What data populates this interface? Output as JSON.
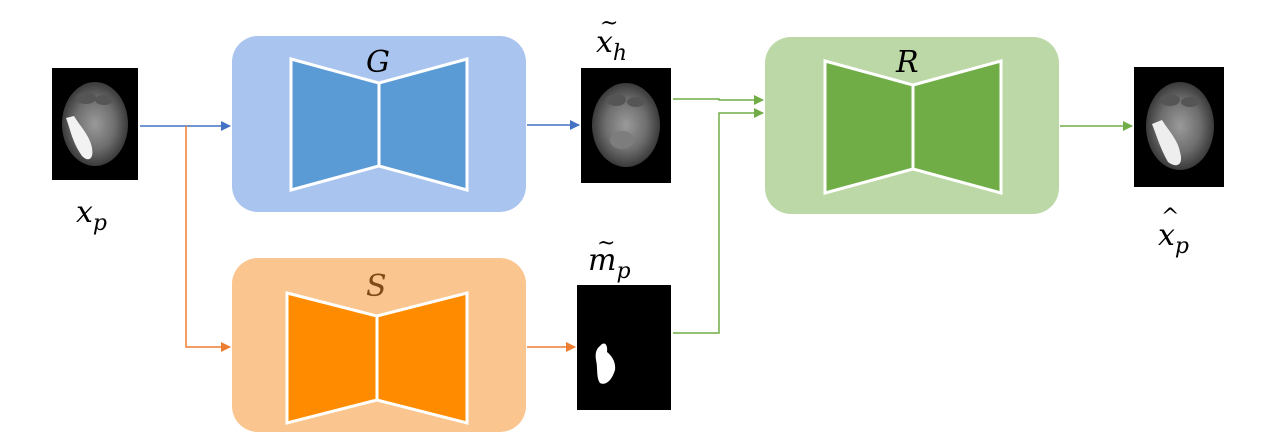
{
  "nodes": {
    "input": {
      "label_base": "x",
      "label_sub": "p"
    },
    "generator": {
      "label": "G"
    },
    "segmenter": {
      "label": "S"
    },
    "healthy": {
      "label_base": "x",
      "label_accent": "~",
      "label_sub": "h"
    },
    "mask": {
      "label_base": "m",
      "label_accent": "~",
      "label_sub": "p"
    },
    "refiner": {
      "label": "R"
    },
    "output": {
      "label_base": "x",
      "label_accent": "^",
      "label_sub": "p"
    }
  },
  "colors": {
    "generator_box": "#a9c4ee",
    "generator_shape": "#5b9bd5",
    "generator_arrow": "#4472c4",
    "segmenter_box": "#fac58e",
    "segmenter_shape": "#ff8c00",
    "segmenter_arrow": "#ed7d31",
    "segmenter_label": "#7f4a17",
    "refiner_box": "#bcd8a6",
    "refiner_shape": "#70ad47",
    "refiner_arrow": "#70ad47"
  }
}
